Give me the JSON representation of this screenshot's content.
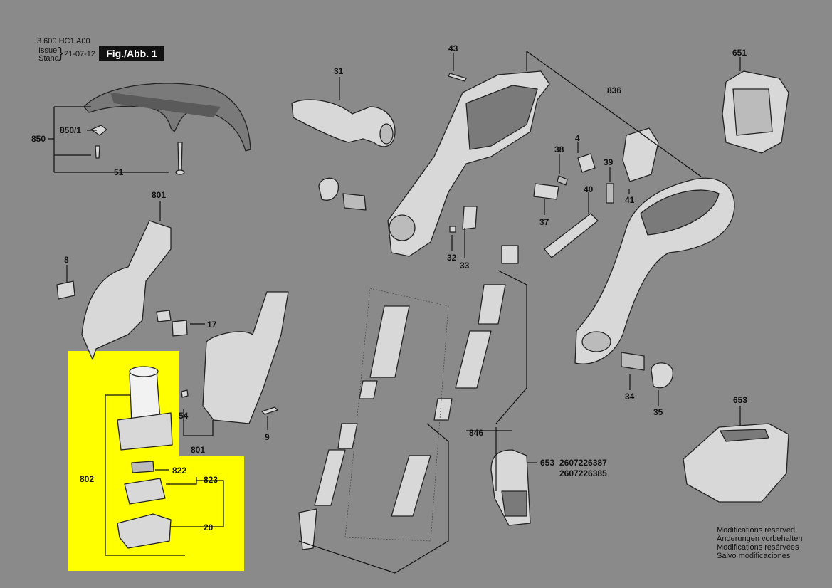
{
  "header": {
    "doc_number": "3 600 HC1 A00",
    "issue_label": "Issue",
    "stand_label": "Stand",
    "date": "21-07-12",
    "figure_label": "Fig./Abb. 1"
  },
  "notes": [
    "Modifications reserved",
    "Änderungen vorbehalten",
    "Modifications resérvées",
    "Salvo modificaciones"
  ],
  "colors": {
    "background": "#8a8a8a",
    "highlight": "#ffff00",
    "part_fill": "#d8d8d8",
    "part_stroke": "#222222"
  },
  "parts": {
    "p850": "850",
    "p850_1": "850/1",
    "p51": "51",
    "p31": "31",
    "p43": "43",
    "p836": "836",
    "p651": "651",
    "p801_top": "801",
    "p801_bottom": "801",
    "p8": "8",
    "p17": "17",
    "p54": "54",
    "p9": "9",
    "p4": "4",
    "p38": "38",
    "p39": "39",
    "p41": "41",
    "p40": "40",
    "p37": "37",
    "p32": "32",
    "p33": "33",
    "p34": "34",
    "p35": "35",
    "p653_top": "653",
    "p653_code1": "2607226387",
    "p653_code2": "2607226385",
    "p653_right": "653",
    "p846": "846",
    "p802": "802",
    "p822": "822",
    "p823": "823",
    "p20": "20"
  }
}
